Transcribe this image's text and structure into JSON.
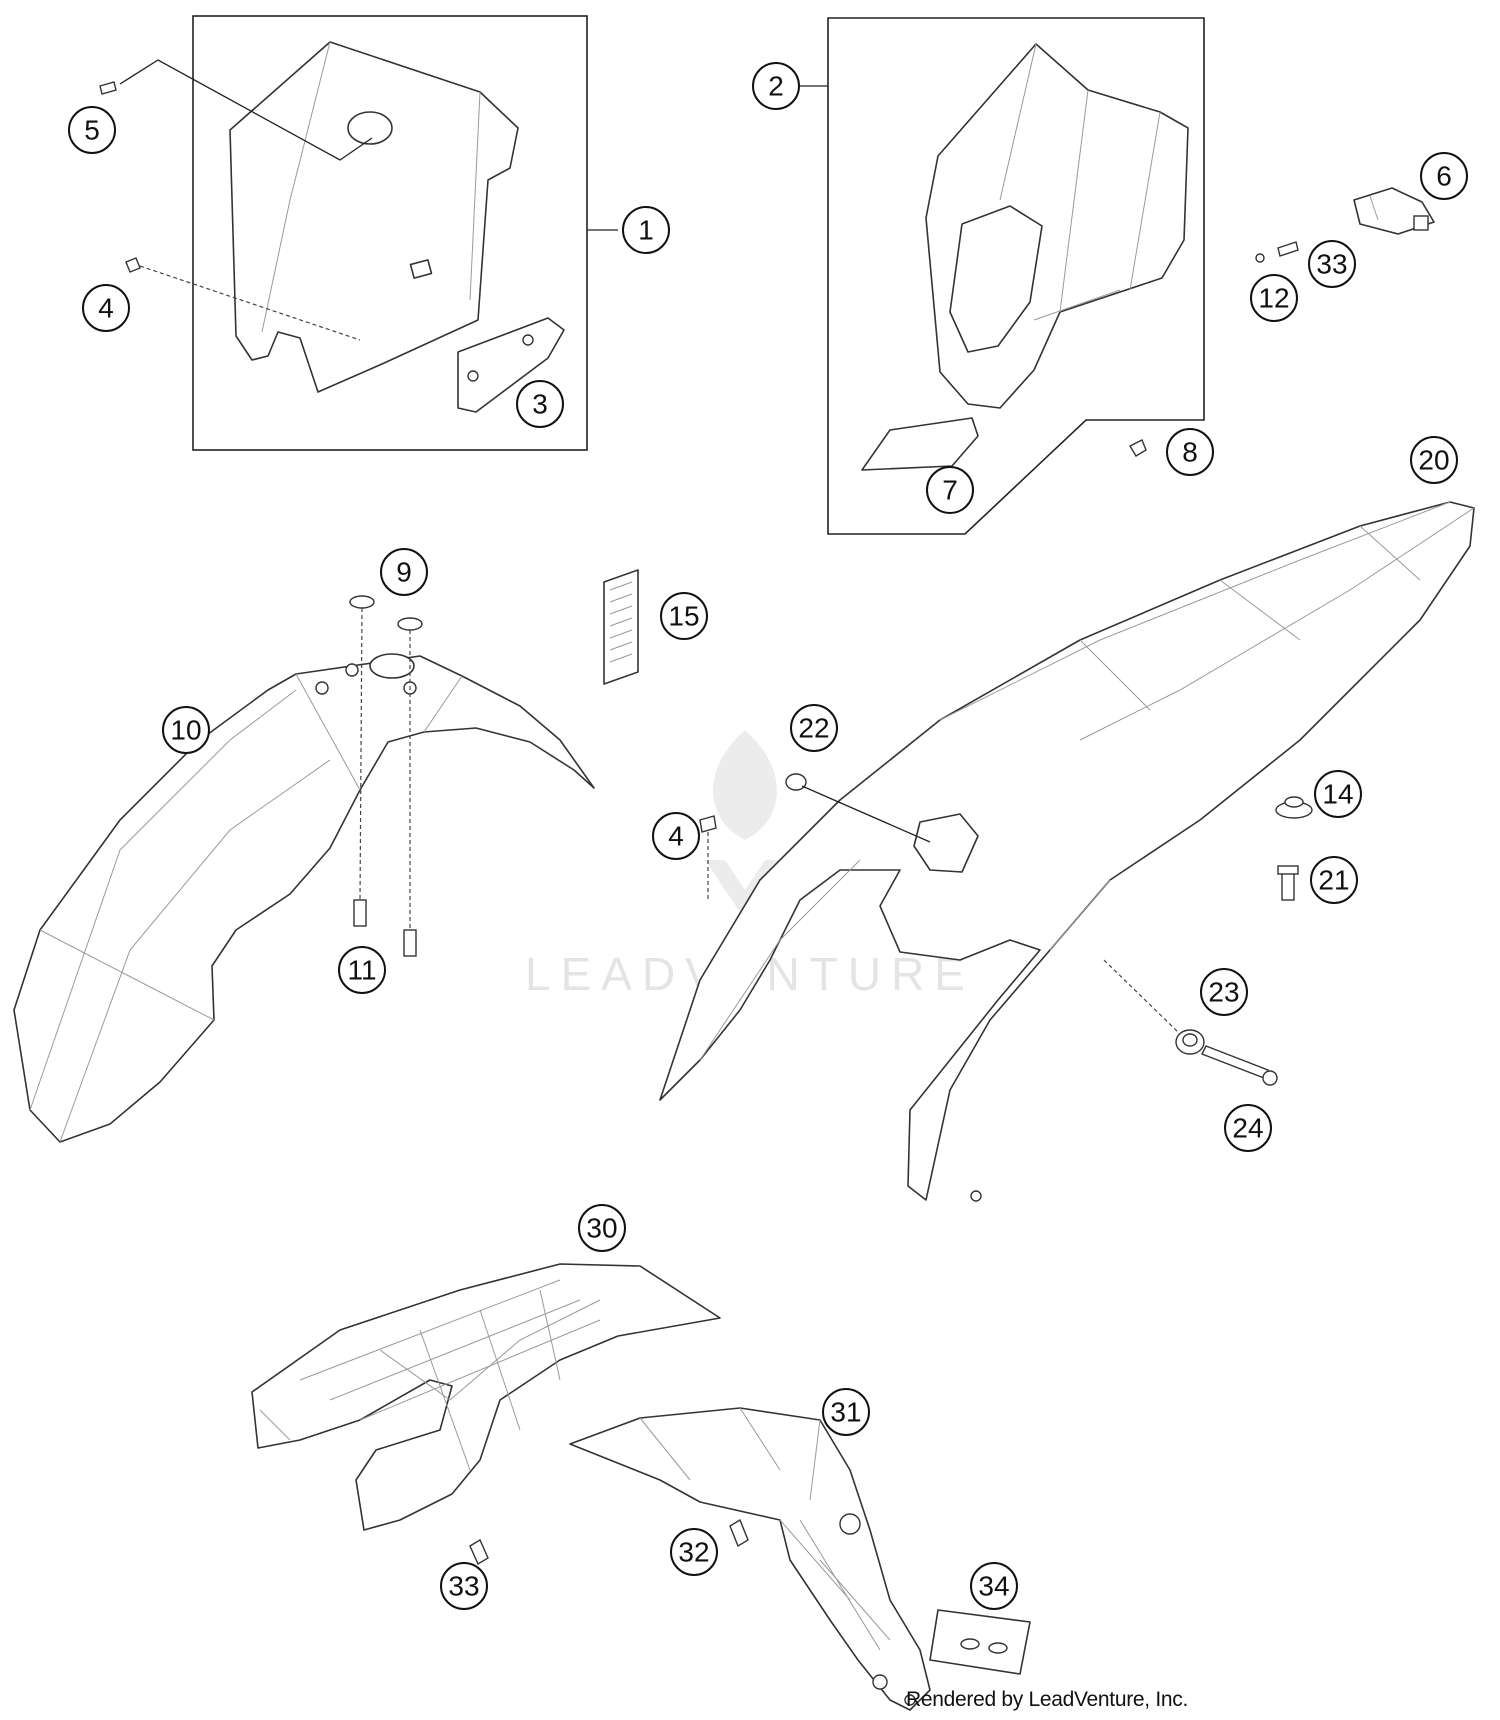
{
  "callouts": {
    "c1": "1",
    "c2": "2",
    "c3": "3",
    "c4a": "4",
    "c4b": "4",
    "c5": "5",
    "c6": "6",
    "c7": "7",
    "c8": "8",
    "c9": "9",
    "c10": "10",
    "c11": "11",
    "c12": "12",
    "c14": "14",
    "c15": "15",
    "c20": "20",
    "c21": "21",
    "c22": "22",
    "c23": "23",
    "c24": "24",
    "c30": "30",
    "c31": "31",
    "c32": "32",
    "c33a": "33",
    "c33b": "33",
    "c34": "34"
  },
  "watermark": "LEADVENTURE",
  "credit": "Rendered by LeadVenture, Inc."
}
